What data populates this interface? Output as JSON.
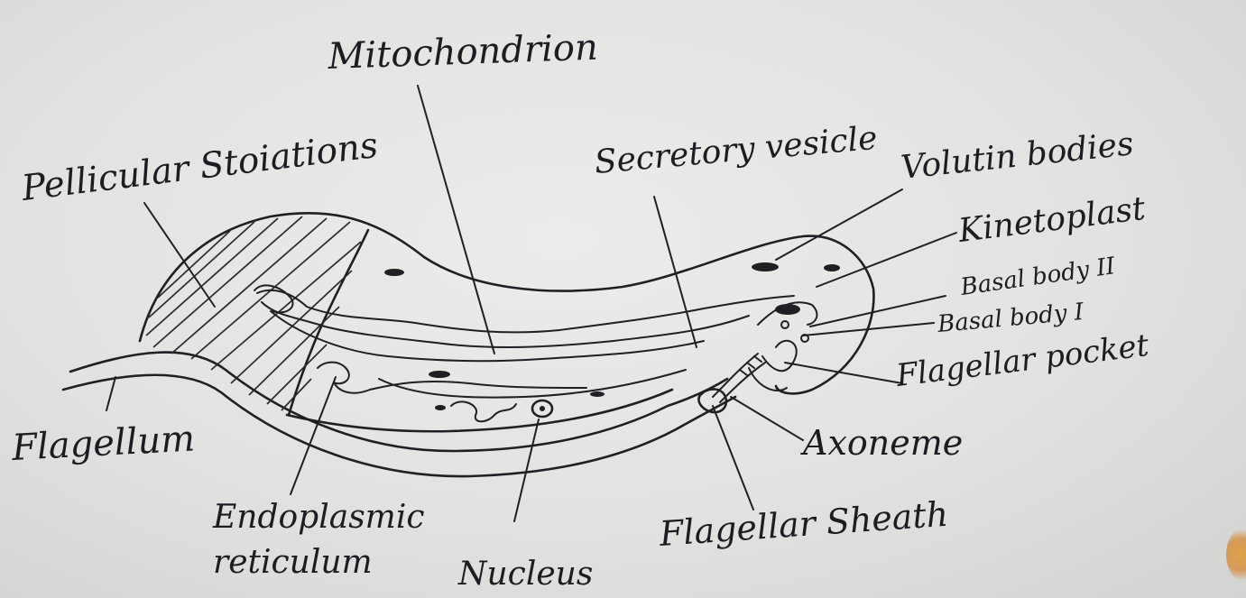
{
  "diagram": {
    "labels": {
      "mitochondrion": "Mitochondrion",
      "pellicular_striations": "Pellicular Stoiations",
      "secretory_vesicle": "Secretory vesicle",
      "volutin_bodies": "Volutin bodies",
      "kinetoplast": "Kinetoplast",
      "basal_body_ii": "Basal body II",
      "basal_body_i": "Basal body I",
      "flagellar_pocket": "Flagellar pocket",
      "axoneme": "Axoneme",
      "flagellar_sheath": "Flagellar Sheath",
      "nucleus": "Nucleus",
      "endoplasmic_reticulum": "Endoplasmic reticulum",
      "flagellum": "Flagellum"
    }
  }
}
